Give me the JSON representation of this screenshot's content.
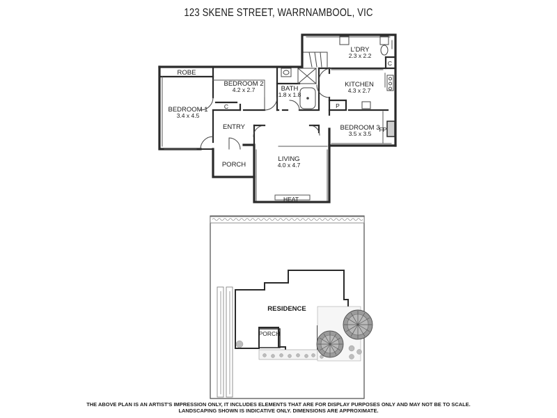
{
  "title": "123 SKENE STREET, WARRNAMBOOL, VIC",
  "rooms": {
    "robe": {
      "label": "ROBE"
    },
    "bedroom1": {
      "label": "BEDROOM 1",
      "dims": "3.4 x 4.5"
    },
    "bedroom2": {
      "label": "BEDROOM 2",
      "dims": "4.2 x 2.7"
    },
    "bath": {
      "label": "BATH",
      "dims": "1.8 x 1.8"
    },
    "laundry": {
      "label": "L'DRY",
      "dims": "2.3 x 2.2"
    },
    "kitchen": {
      "label": "KITCHEN",
      "dims": "4.3 x 2.7"
    },
    "bedroom3": {
      "label": "BEDROOM 3",
      "dims": "3.5 x 3.5"
    },
    "entry": {
      "label": "ENTRY"
    },
    "porch": {
      "label": "PORCH"
    },
    "living": {
      "label": "LIVING",
      "dims": "4.0 x 4.7"
    }
  },
  "fixtures": {
    "cupboard": "C",
    "pantry": "P",
    "fireplace": "FP",
    "heater": "HEAT"
  },
  "site": {
    "residence": "RESIDENCE",
    "porch": "PORCH"
  },
  "disclaimer": {
    "line1": "THE ABOVE PLAN IS AN ARTIST'S IMPRESSION ONLY, IT INCLUDES ELEMENTS THAT ARE FOR DISPLAY PURPOSES ONLY AND MAY NOT BE TO SCALE.",
    "line2": "LANDSCAPING SHOWN IS INDICATIVE ONLY. DIMENSIONS ARE APPROXIMATE."
  },
  "colors": {
    "wall": "#2a2a2a",
    "line": "#555555",
    "hedge": "#9a9a9a",
    "tree": "#6e6e6e"
  }
}
